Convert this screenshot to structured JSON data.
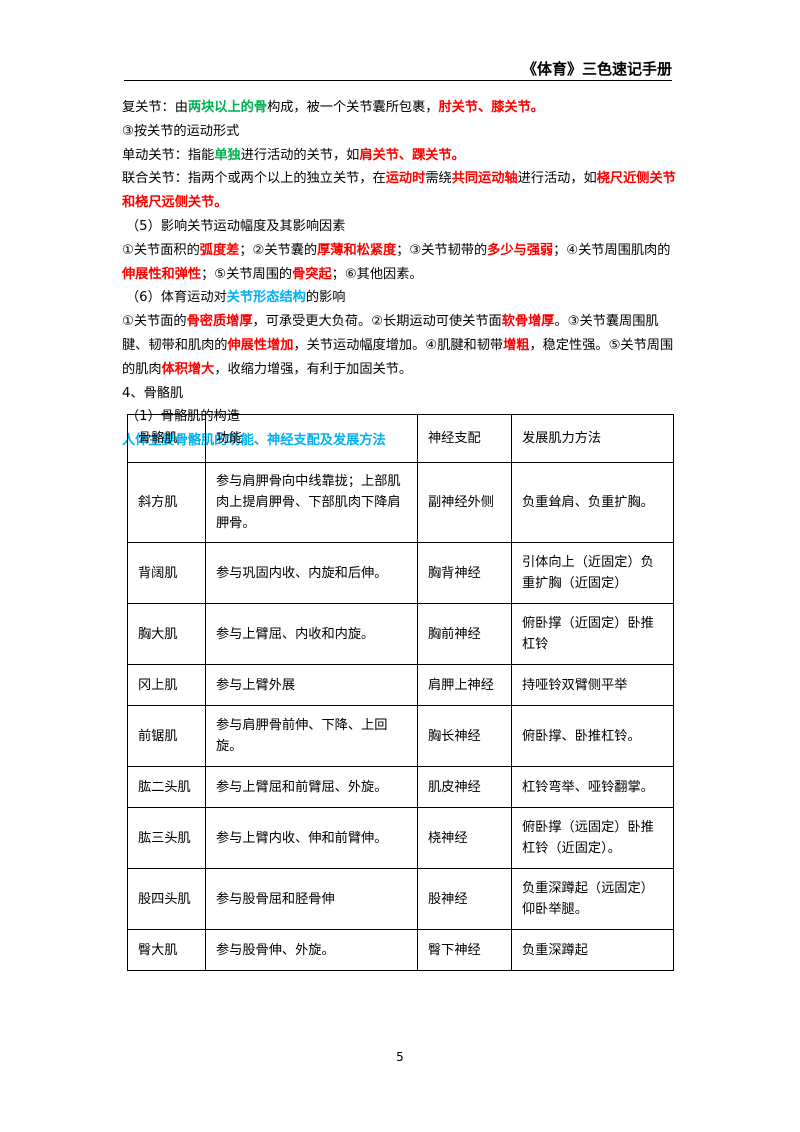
{
  "header": {
    "title": "《体育》三色速记手册"
  },
  "lines": [
    {
      "indent": false,
      "segments": [
        {
          "t": "复关节：由",
          "c": ""
        },
        {
          "t": "两块以上的骨",
          "c": "green"
        },
        {
          "t": "构成，被一个关节囊所包裹，",
          "c": ""
        },
        {
          "t": "肘关节、膝关节。",
          "c": "red"
        }
      ]
    },
    {
      "indent": false,
      "segments": [
        {
          "t": "③按关节的运动形式",
          "c": ""
        }
      ]
    },
    {
      "indent": false,
      "segments": [
        {
          "t": "单动关节：指能",
          "c": ""
        },
        {
          "t": "单独",
          "c": "green"
        },
        {
          "t": "进行活动的关节，如",
          "c": ""
        },
        {
          "t": "肩关节、踝关节。",
          "c": "red"
        }
      ]
    },
    {
      "indent": false,
      "segments": [
        {
          "t": "联合关节：指两个或两个以上的独立关节，在",
          "c": ""
        },
        {
          "t": "运动时",
          "c": "red"
        },
        {
          "t": "需绕",
          "c": ""
        },
        {
          "t": "共同运动轴",
          "c": "red"
        },
        {
          "t": "进行活动，如",
          "c": ""
        },
        {
          "t": "桡尺近侧关节和桡尺远侧关节。",
          "c": "red"
        }
      ]
    },
    {
      "indent": true,
      "segments": [
        {
          "t": "（5）影响关节运动幅度及其影响因素",
          "c": ""
        }
      ]
    },
    {
      "indent": false,
      "segments": [
        {
          "t": "①关节面积的",
          "c": ""
        },
        {
          "t": "弧度差",
          "c": "red"
        },
        {
          "t": "；②关节囊的",
          "c": ""
        },
        {
          "t": "厚薄和松紧度",
          "c": "red"
        },
        {
          "t": "；③关节韧带的",
          "c": ""
        },
        {
          "t": "多少与强弱",
          "c": "red"
        },
        {
          "t": "；④关节周围肌肉的",
          "c": ""
        },
        {
          "t": "伸展性和弹性",
          "c": "red"
        },
        {
          "t": "；⑤关节周围的",
          "c": ""
        },
        {
          "t": "骨突起",
          "c": "red"
        },
        {
          "t": "；⑥其他因素。",
          "c": ""
        }
      ]
    },
    {
      "indent": true,
      "segments": [
        {
          "t": "（6）体育运动对",
          "c": ""
        },
        {
          "t": "关节形态结构",
          "c": "blue"
        },
        {
          "t": "的影响",
          "c": ""
        }
      ]
    },
    {
      "indent": false,
      "segments": [
        {
          "t": "①关节面的",
          "c": ""
        },
        {
          "t": "骨密质增厚",
          "c": "red"
        },
        {
          "t": "，可承受更大负荷。②长期运动可使关节面",
          "c": ""
        },
        {
          "t": "软骨增厚",
          "c": "red"
        },
        {
          "t": "。③关节囊周围肌腱、韧带和肌肉的",
          "c": ""
        },
        {
          "t": "伸展性增加",
          "c": "red"
        },
        {
          "t": "，关节运动幅度增加。④肌腱和韧带",
          "c": ""
        },
        {
          "t": "增粗",
          "c": "red"
        },
        {
          "t": "，稳定性强。⑤关节周围的肌肉",
          "c": ""
        },
        {
          "t": "体积增大",
          "c": "red"
        },
        {
          "t": "，收缩力增强，有利于加固关节。",
          "c": ""
        }
      ]
    },
    {
      "indent": false,
      "segments": [
        {
          "t": "4、骨骼肌",
          "c": ""
        }
      ]
    },
    {
      "indent": true,
      "segments": [
        {
          "t": "（1）骨骼肌的构造",
          "c": ""
        }
      ]
    },
    {
      "indent": false,
      "segments": [
        {
          "t": "人体主要骨骼肌的功能、神经支配及发展方法",
          "c": "blue"
        }
      ]
    }
  ],
  "table": {
    "headers": [
      "骨骼肌",
      "功能",
      "神经支配",
      "发展肌力方法"
    ],
    "rows": [
      [
        "斜方肌",
        "参与肩胛骨向中线靠拢；上部肌肉上提肩胛骨、下部肌肉下降肩胛骨。",
        "副神经外侧",
        "负重耸肩、负重扩胸。"
      ],
      [
        "背阔肌",
        "参与巩固内收、内旋和后伸。",
        "胸背神经",
        "引体向上（近固定）负重扩胸（近固定）"
      ],
      [
        "胸大肌",
        "参与上臂屈、内收和内旋。",
        "胸前神经",
        "俯卧撑（近固定）卧推杠铃"
      ],
      [
        "冈上肌",
        "参与上臂外展",
        "肩胛上神经",
        "持哑铃双臂侧平举"
      ],
      [
        "前锯肌",
        "参与肩胛骨前伸、下降、上回旋。",
        "胸长神经",
        "俯卧撑、卧推杠铃。"
      ],
      [
        "肱二头肌",
        "参与上臂屈和前臂屈、外旋。",
        "肌皮神经",
        "杠铃弯举、哑铃翻掌。"
      ],
      [
        "肱三头肌",
        "参与上臂内收、伸和前臂伸。",
        "桡神经",
        "俯卧撑（远固定）卧推杠铃（近固定）。"
      ],
      [
        "股四头肌",
        "参与股骨屈和胫骨伸",
        "股神经",
        "负重深蹲起（远固定）仰卧举腿。"
      ],
      [
        "臀大肌",
        "参与股骨伸、外旋。",
        "臀下神经",
        "负重深蹲起"
      ]
    ]
  },
  "page_number": "5"
}
